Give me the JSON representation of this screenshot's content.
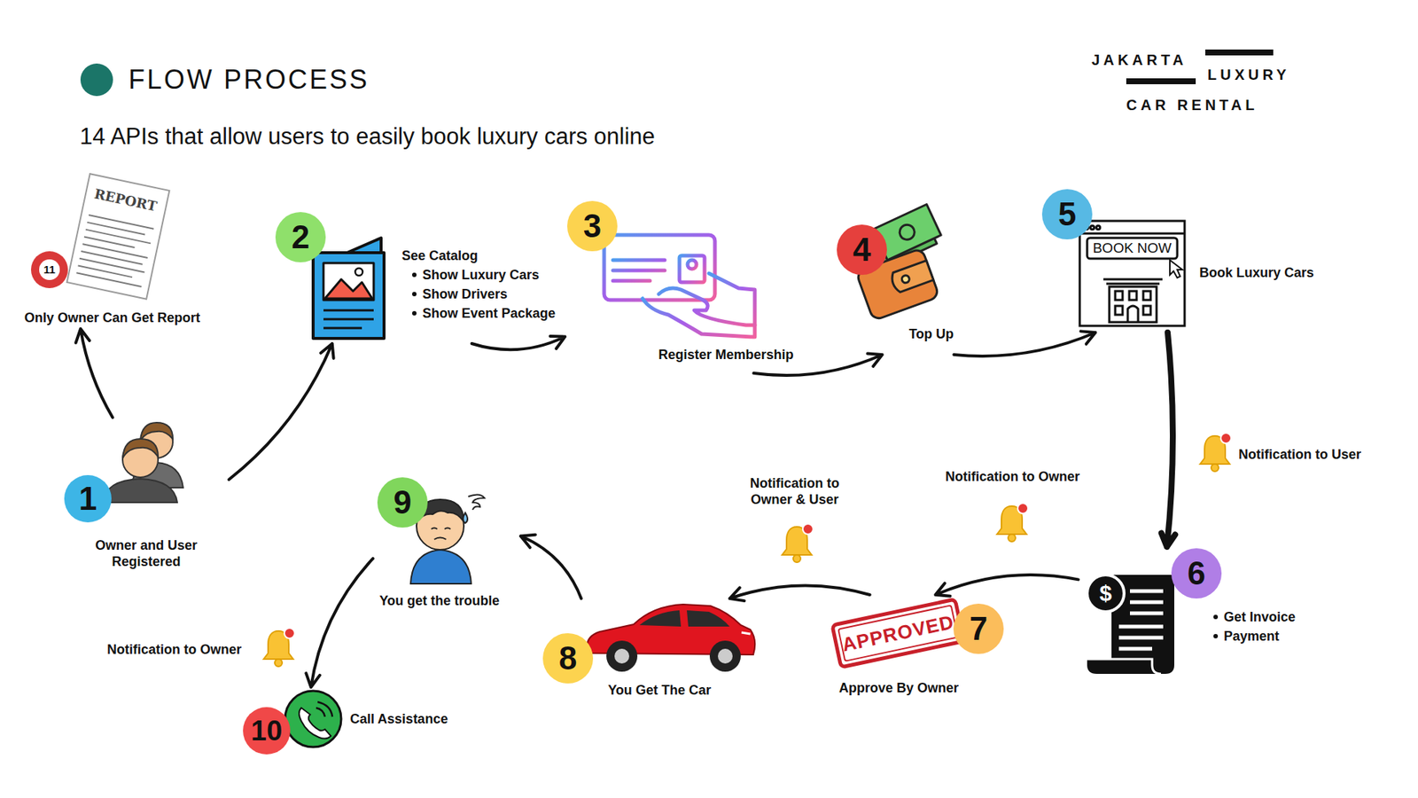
{
  "diagram": {
    "title": "FLOW PROCESS",
    "nodes": [
      {
        "text": [
          "1",
          "Owner and User Registered"
        ]
      },
      {
        "text": [
          "2",
          "See Catalog",
          "Show Luxury Cars",
          "Show Drivers",
          "Show Event Package"
        ]
      },
      {
        "text": [
          "3",
          "Register Membership"
        ]
      },
      {
        "text": [
          "4",
          "Top Up"
        ]
      },
      {
        "text": [
          "5",
          "Book Luxury Cars"
        ]
      },
      {
        "text": [
          "6",
          "Get Invoice",
          "Payment"
        ]
      },
      {
        "text": [
          "7",
          "Approve By Owner"
        ]
      },
      {
        "text": [
          "8",
          "You Get The Car"
        ]
      },
      {
        "text": [
          "9",
          "You get the trouble"
        ]
      },
      {
        "text": [
          "10",
          "Call Assistance"
        ]
      },
      {
        "text": [
          "11",
          "Only Owner Can Get Report"
        ]
      }
    ],
    "edges": [
      {
        "from": 0,
        "to": 10,
        "arrow": "to"
      },
      {
        "from": 0,
        "to": 1,
        "arrow": "to"
      },
      {
        "from": 1,
        "to": 2,
        "arrow": "to"
      },
      {
        "from": 2,
        "to": 3,
        "arrow": "to"
      },
      {
        "from": 3,
        "to": 4,
        "arrow": "to"
      },
      {
        "from": 4,
        "to": 5,
        "label": "Notification to User",
        "arrow": "to"
      },
      {
        "from": 5,
        "to": 6,
        "label": "Notification to Owner",
        "arrow": "to"
      },
      {
        "from": 6,
        "to": 7,
        "label": "Notification to Owner & User",
        "arrow": "to"
      },
      {
        "from": 7,
        "to": 8,
        "arrow": "to"
      },
      {
        "from": 8,
        "to": 9,
        "label": "Notification to Owner",
        "arrow": "to"
      }
    ],
    "labels": [
      "14 APIs that allow users to easily book luxury cars online",
      "JAKARTA",
      "LUXURY",
      "CAR RENTAL",
      "REPORT",
      "BOOK NOW",
      "$",
      "APPROVED"
    ]
  }
}
